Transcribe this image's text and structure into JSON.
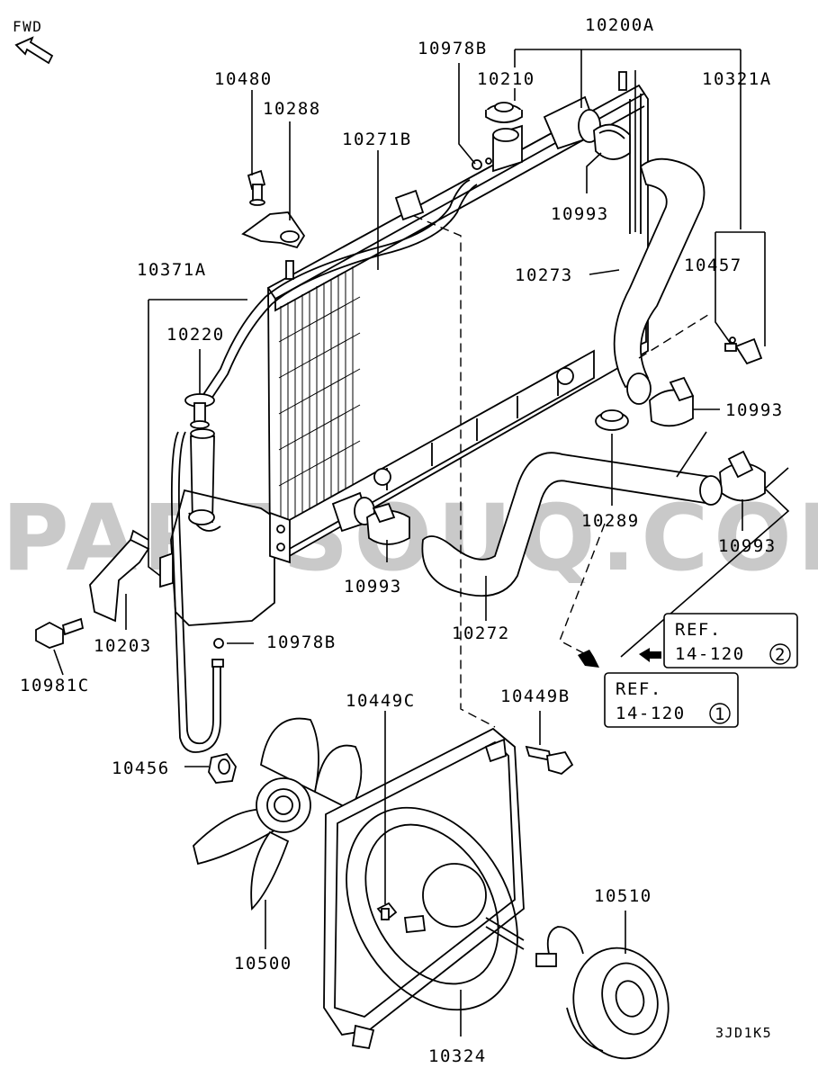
{
  "diagram": {
    "fwd_label": "FWD",
    "watermark": "PARTSOUQ.COM",
    "code": "3JD1K5",
    "parts": {
      "p10200A": "10200A",
      "p10978B_top": "10978B",
      "p10210": "10210",
      "p10321A": "10321A",
      "p10480": "10480",
      "p10288": "10288",
      "p10271B": "10271B",
      "p10993_a": "10993",
      "p10273": "10273",
      "p10457": "10457",
      "p10371A": "10371A",
      "p10220": "10220",
      "p10993_b": "10993",
      "p10289": "10289",
      "p10993_c": "10993",
      "p10993_d": "10993",
      "p10203": "10203",
      "p10981C": "10981C",
      "p10978B_bot": "10978B",
      "p10272": "10272",
      "p10456": "10456",
      "p10449C": "10449C",
      "p10449B": "10449B",
      "p10500": "10500",
      "p10510": "10510",
      "p10324": "10324"
    },
    "refs": {
      "ref1_line1": "REF.",
      "ref1_line2": "14-120",
      "ref1_num": "2",
      "ref2_line1": "REF.",
      "ref2_line2": "14-120",
      "ref2_num": "1"
    }
  }
}
